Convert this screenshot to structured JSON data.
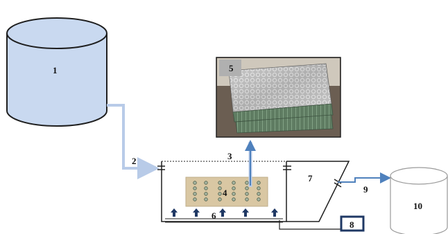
{
  "labels": {
    "tank_feed": "1",
    "feed_pipe": "2",
    "reactor_top": "3",
    "media_block": "4",
    "photo_inset": "5",
    "aerator": "6",
    "settler": "7",
    "air_pump": "8",
    "outlet_pipe": "9",
    "tank_effluent": "10"
  },
  "colors": {
    "tank_fill": "#c9d9f0",
    "outline": "#1f1f1f",
    "pipe_light": "#b8cbe8",
    "pipe_blue": "#4f81bd",
    "media_fill": "#d9c7a3",
    "arrow_navy": "#1f3864",
    "photo_bg": "#7a6a5c"
  },
  "icons": [
    "arrow-up-icon",
    "arrow-right-icon",
    "dot-grid-icon"
  ]
}
